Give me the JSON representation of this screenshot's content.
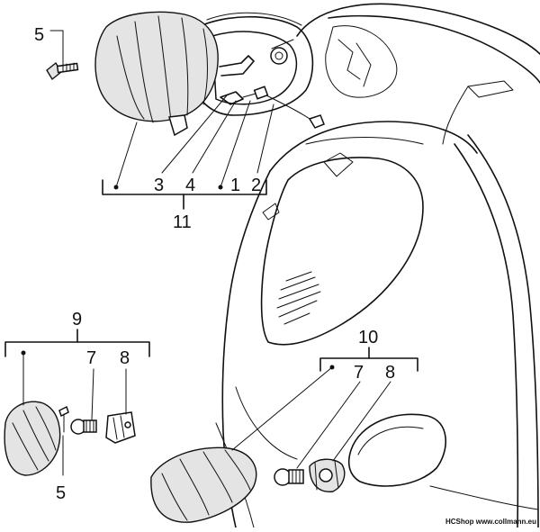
{
  "diagram": {
    "callouts": {
      "part_1": "1",
      "part_2": "2",
      "part_3": "3",
      "part_4": "4",
      "part_5_top": "5",
      "part_5_bottom": "5",
      "part_7_left": "7",
      "part_7_right": "7",
      "part_8_left": "8",
      "part_8_right": "8",
      "group_9": "9",
      "group_10": "10",
      "group_11": "11"
    },
    "credit": "HCShop www.collmann.eu"
  }
}
